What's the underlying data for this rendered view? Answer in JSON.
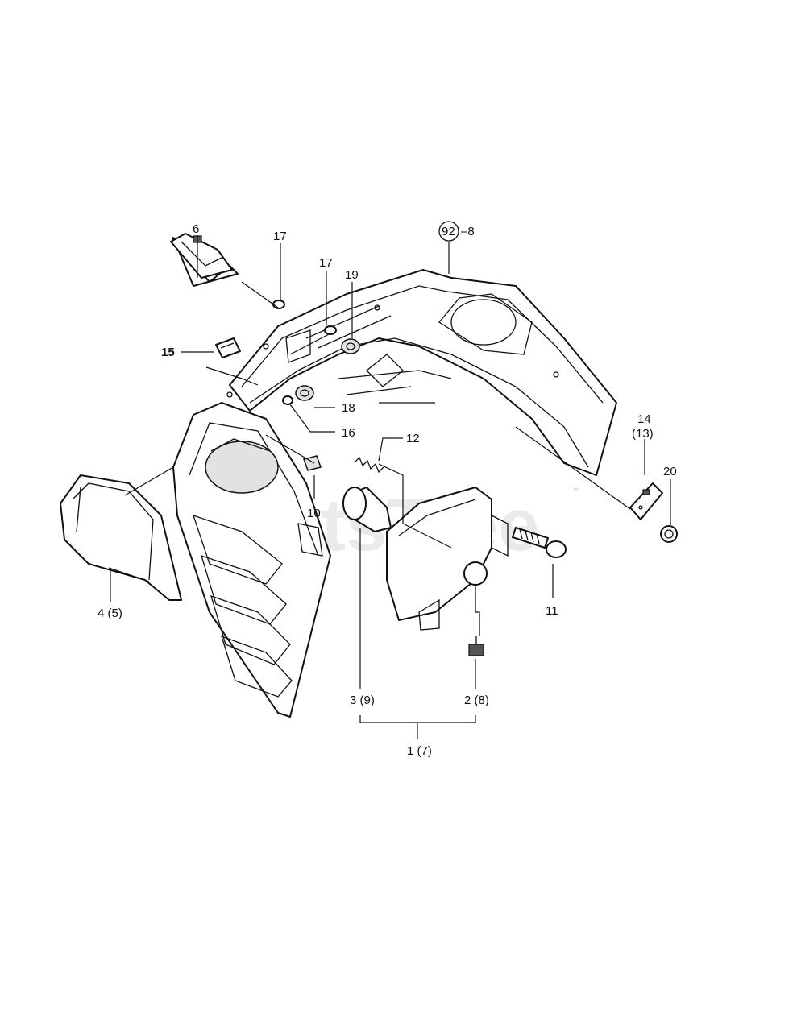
{
  "diagram": {
    "watermark": "PartsTree",
    "watermark_mark": "™",
    "callouts": {
      "c6": "6",
      "c17a": "17",
      "c17b": "17",
      "c19": "19",
      "c92": "92",
      "c8": "–8",
      "c15": "15",
      "c18": "18",
      "c16": "16",
      "c12": "12",
      "c10": "10",
      "c14": "14",
      "c13": "(13)",
      "c20": "20",
      "c11": "11",
      "c4": "4 (5)",
      "c3": "3 (9)",
      "c2": "2 (8)",
      "c1": "1 (7)"
    }
  }
}
